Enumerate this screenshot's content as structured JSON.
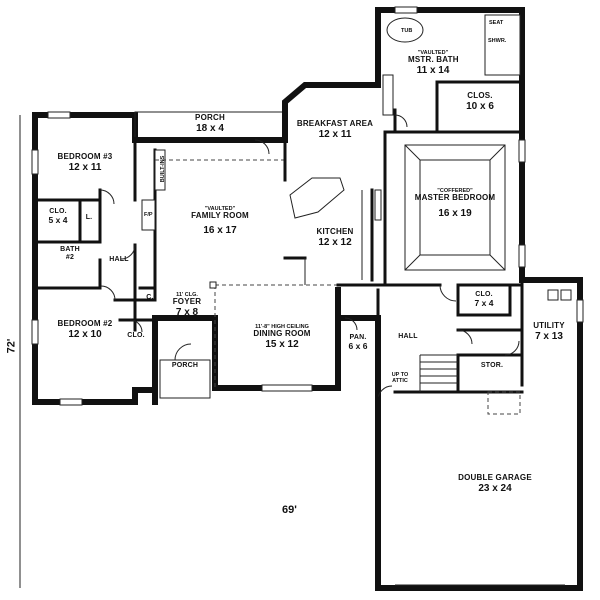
{
  "plan": {
    "dimensions": {
      "width": "69'",
      "depth": "72'"
    },
    "rooms": {
      "bedroom3": {
        "name": "BEDROOM #3",
        "size": "12 x 11"
      },
      "clo1": {
        "name": "CLO.",
        "size": "5 x 4"
      },
      "linen": {
        "name": "L."
      },
      "bath2": {
        "name": "BATH",
        "sub": "#2"
      },
      "hall_left": {
        "name": "HALL"
      },
      "bedroom2": {
        "name": "BEDROOM #2",
        "size": "12 x 10"
      },
      "clo2": {
        "name": "CLO."
      },
      "coat_closet": {
        "name": "C."
      },
      "porch_rear": {
        "name": "PORCH",
        "size": "18 x 4"
      },
      "family_room": {
        "note": "\"VAULTED\"",
        "name": "FAMILY ROOM",
        "size": "16 x 17"
      },
      "fireplace": {
        "name": "F/P"
      },
      "built_ins": {
        "name": "BUILT-INS"
      },
      "foyer": {
        "note": "11' CLG.",
        "name": "FOYER",
        "size": "7 x 8"
      },
      "porch_front": {
        "name": "PORCH"
      },
      "dining_room": {
        "note": "11'-8\" HIGH CEILING",
        "name": "DINING ROOM",
        "size": "15 x 12"
      },
      "breakfast": {
        "name": "BREAKFAST AREA",
        "size": "12 x 11"
      },
      "kitchen": {
        "name": "KITCHEN",
        "size": "12 x 12"
      },
      "pantry": {
        "name": "PAN.",
        "size": "6 x 6"
      },
      "hall_center": {
        "name": "HALL"
      },
      "master_bath": {
        "note": "\"VAULTED\"",
        "name": "MSTR. BATH",
        "size": "11 x 14"
      },
      "tub": {
        "name": "TUB"
      },
      "seat": {
        "name": "SEAT"
      },
      "shower": {
        "name": "SHWR."
      },
      "master_closet": {
        "name": "CLOS.",
        "size": "10 x 6"
      },
      "master_bedroom": {
        "note": "\"COFFERED\"",
        "name": "MASTER BEDROOM",
        "size": "16 x 19"
      },
      "clo3": {
        "name": "CLO.",
        "size": "7 x 4"
      },
      "utility": {
        "name": "UTILITY",
        "size": "7 x 13"
      },
      "storage": {
        "name": "STOR."
      },
      "attic": {
        "name": "UP TO ATTIC"
      },
      "garage": {
        "name": "DOUBLE GARAGE",
        "size": "23 x 24"
      }
    }
  }
}
